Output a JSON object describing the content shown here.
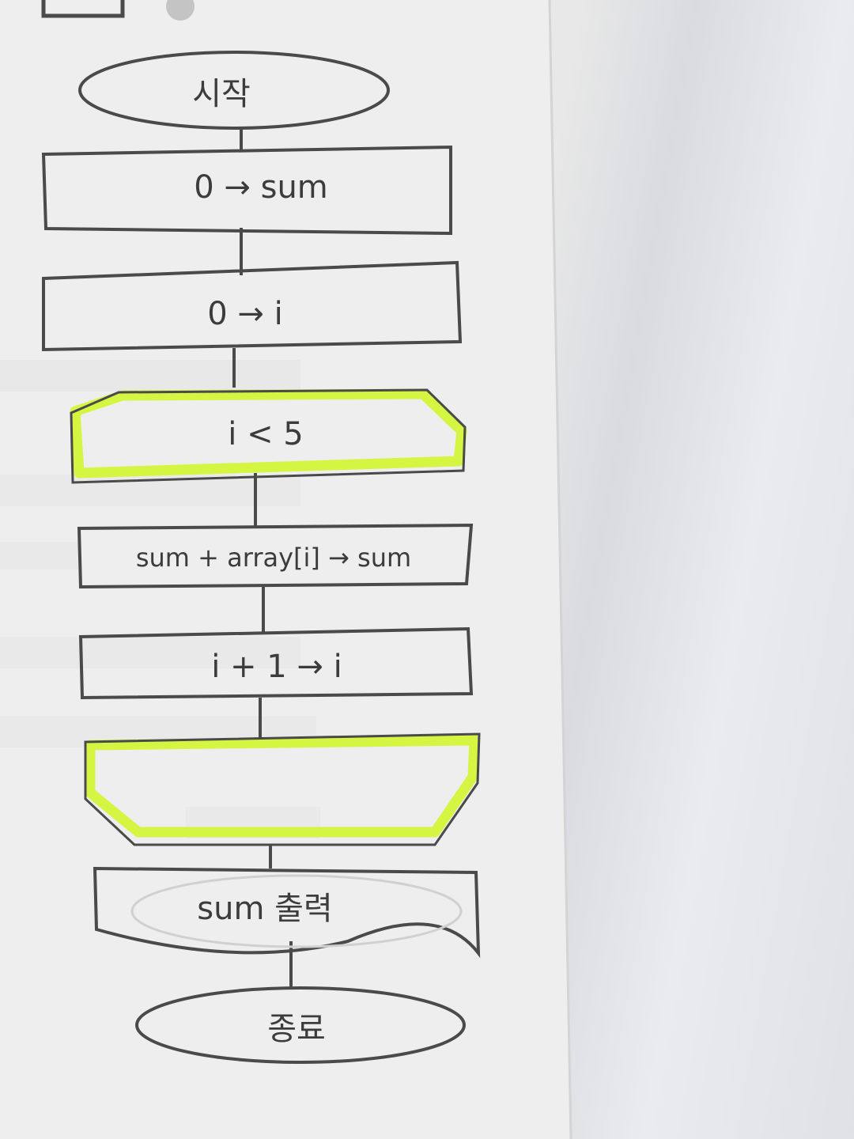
{
  "flowchart": {
    "start": "시작",
    "init_sum": "0 → sum",
    "init_i": "0 → i",
    "loop_start": "i < 5",
    "accumulate": "sum + array[i] → sum",
    "increment": "i + 1 → i",
    "loop_end": "",
    "output": "sum 출력",
    "end": "종료"
  },
  "colors": {
    "stroke": "#4a4a4a",
    "highlight": "#d4f542",
    "paper": "#eeeeee"
  }
}
